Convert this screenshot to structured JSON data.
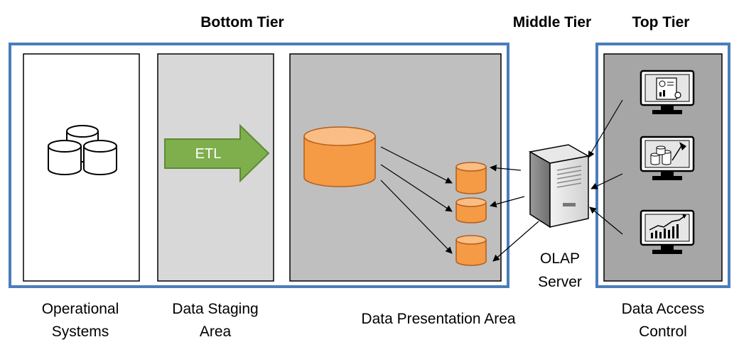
{
  "tiers": {
    "bottom": "Bottom Tier",
    "middle": "Middle Tier",
    "top": "Top Tier"
  },
  "sections": {
    "operational": [
      "Operational",
      "Systems"
    ],
    "staging": [
      "Data Staging",
      "Area"
    ],
    "presentation": [
      "Data Presentation Area"
    ],
    "access": [
      "Data Access",
      "Control"
    ]
  },
  "etl_label": "ETL",
  "olap_label": [
    "OLAP",
    "Server"
  ],
  "colors": {
    "tier_border": "#4a7ebb",
    "etl_arrow": "#7fae4d",
    "warehouse_db": "#f59a45",
    "staging_bg": "#d8d8d8",
    "presentation_bg": "#bfbfbf",
    "access_bg": "#a6a6a6"
  },
  "icons": [
    "database-icon",
    "etl-arrow-icon",
    "server-icon",
    "report-monitor-icon",
    "mining-monitor-icon",
    "analytics-monitor-icon"
  ]
}
